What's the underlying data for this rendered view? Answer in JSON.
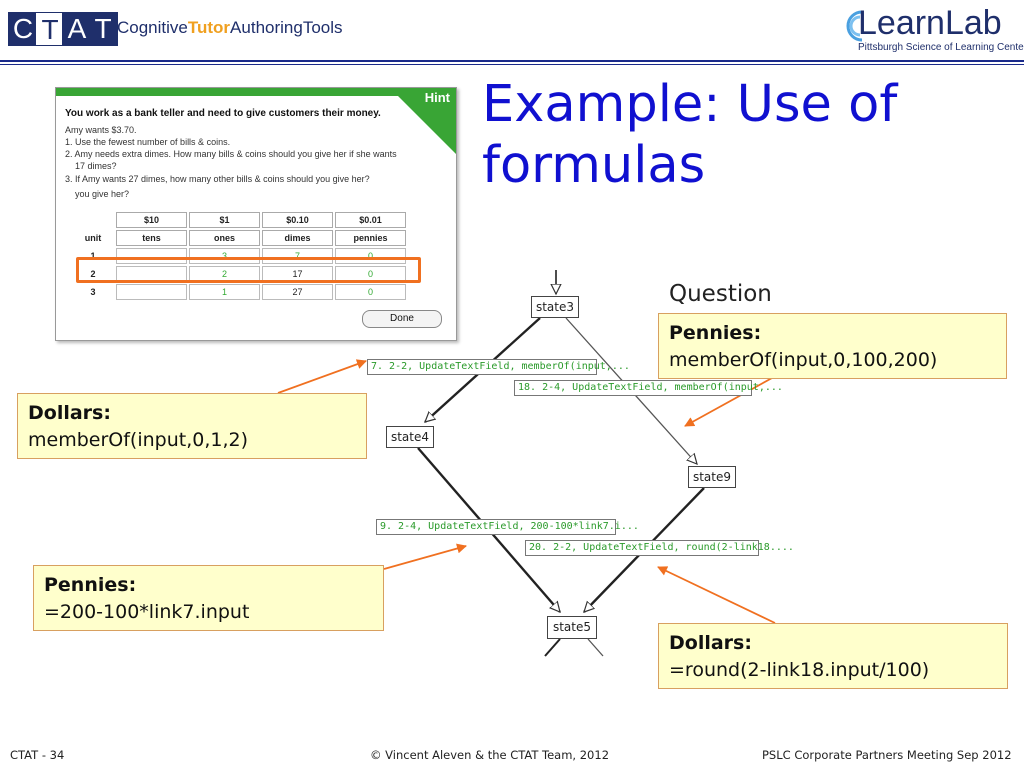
{
  "header": {
    "ctat_letters": [
      "C",
      "T",
      "A",
      "T"
    ],
    "subtitle_pre": "Cognitive",
    "subtitle_mid": "Tutor",
    "subtitle_post": "AuthoringTools",
    "learnlab_name": "LearnLab",
    "learnlab_tagline": "Pittsburgh Science of Learning Center"
  },
  "title": "Example: Use of formulas",
  "tutor": {
    "hint_label": "Hint",
    "problem_title": "You work as a bank teller and need to give customers their money.",
    "lines": [
      "Amy wants $3.70.",
      "1. Use the fewest number of bills & coins.",
      "2. Amy needs extra dimes. How many bills & coins should you give her if she wants",
      "    17 dimes?",
      "3. If Amy wants 27 dimes, how many other bills & coins should you give her?",
      "    you give her?"
    ],
    "table": {
      "headers": [
        "$10",
        "$1",
        "$0.10",
        "$0.01"
      ],
      "unit_label": "unit",
      "units": [
        "tens",
        "ones",
        "dimes",
        "pennies"
      ],
      "rows": [
        {
          "label": "1",
          "cells": [
            "",
            "3",
            "7",
            "0"
          ]
        },
        {
          "label": "2",
          "cells": [
            "",
            "2",
            "17",
            "0"
          ]
        },
        {
          "label": "3",
          "cells": [
            "",
            "1",
            "27",
            "0"
          ]
        }
      ]
    },
    "done_label": "Done"
  },
  "graph": {
    "states": [
      "state3",
      "state4",
      "state9",
      "state5"
    ],
    "edges": [
      "7. 2-2, UpdateTextField, memberOf(input,...",
      "18. 2-4, UpdateTextField, memberOf(input,...",
      "9. 2-4, UpdateTextField, 200-100*link7.i...",
      "20. 2-2, UpdateTextField, round(2-link18...."
    ]
  },
  "question_label": "Question",
  "callouts": {
    "pennies_top": {
      "heading": "Pennies:",
      "body": "memberOf(input,0,100,200)"
    },
    "dollars_left": {
      "heading": "Dollars:",
      "body": "memberOf(input,0,1,2)"
    },
    "pennies_bottom": {
      "heading": "Pennies:",
      "body": "=200-100*link7.input"
    },
    "dollars_bottom": {
      "heading": "Dollars:",
      "body": "=round(2-link18.input/100)"
    }
  },
  "footer": {
    "left": "CTAT - 34",
    "center": "© Vincent Aleven & the CTAT Team, 2012",
    "right": "PSLC Corporate Partners Meeting Sep 2012"
  },
  "colors": {
    "title_blue": "#1010d0",
    "accent_orange": "#f07020",
    "callout_fill": "#ffffcc",
    "hint_green": "#39a535"
  }
}
